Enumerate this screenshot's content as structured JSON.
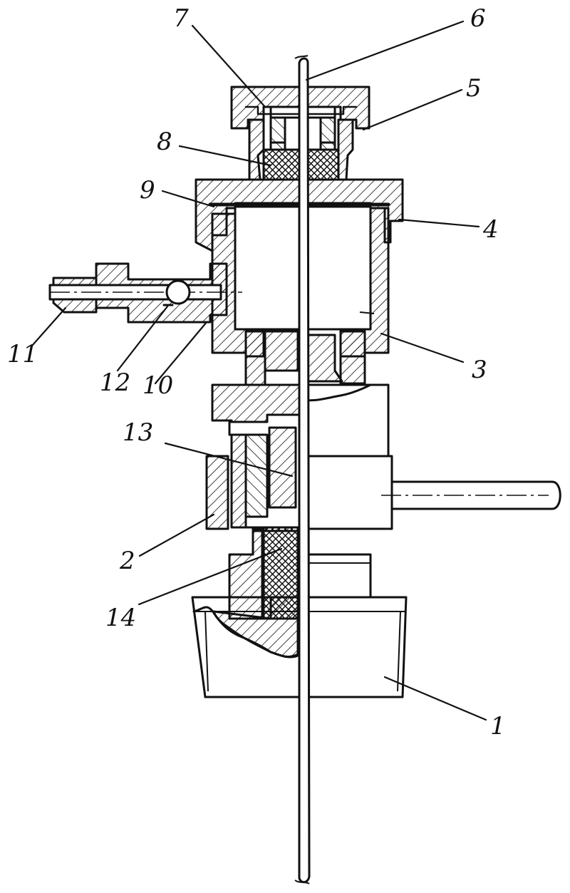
{
  "figure": {
    "labels": [
      {
        "id": "label-1",
        "text": "1"
      },
      {
        "id": "label-2",
        "text": "2"
      },
      {
        "id": "label-3",
        "text": "3"
      },
      {
        "id": "label-4",
        "text": "4"
      },
      {
        "id": "label-5",
        "text": "5"
      },
      {
        "id": "label-6",
        "text": "6"
      },
      {
        "id": "label-7",
        "text": "7"
      },
      {
        "id": "label-8",
        "text": "8"
      },
      {
        "id": "label-9",
        "text": "9"
      },
      {
        "id": "label-10",
        "text": "10"
      },
      {
        "id": "label-11",
        "text": "11"
      },
      {
        "id": "label-12",
        "text": "12"
      },
      {
        "id": "label-13",
        "text": "13"
      },
      {
        "id": "label-14",
        "text": "14"
      }
    ]
  }
}
